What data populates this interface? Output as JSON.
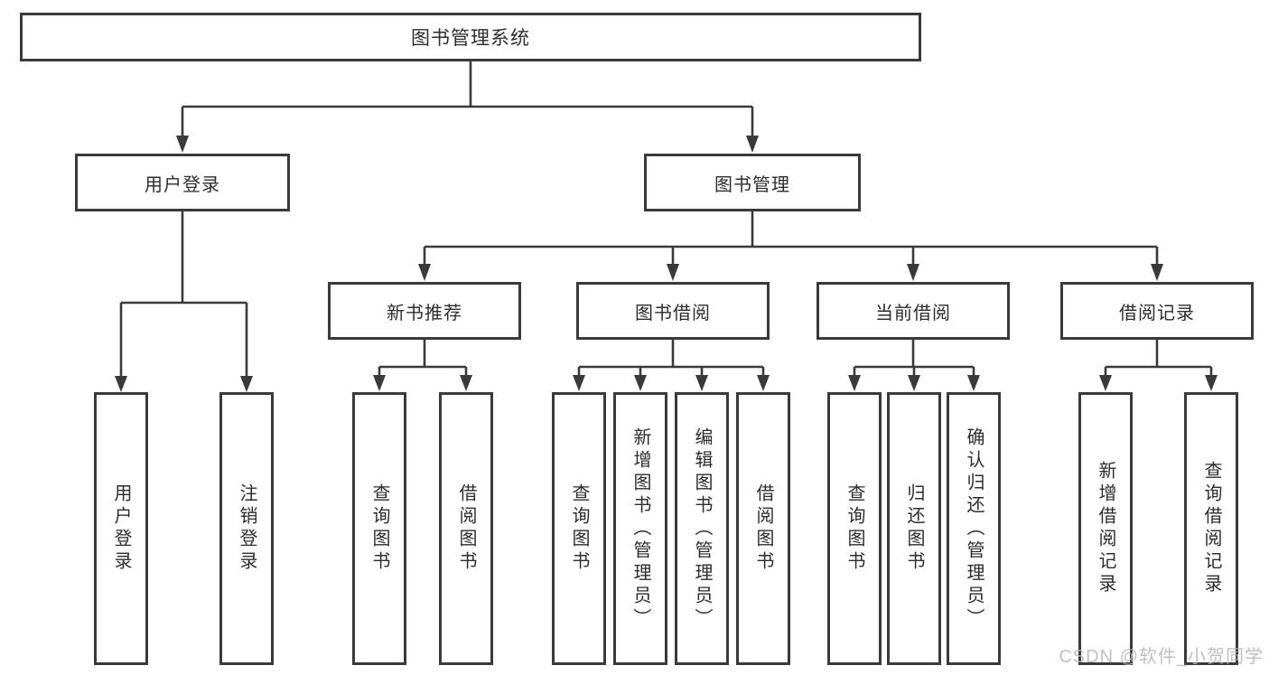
{
  "diagram": {
    "root": {
      "label": "图书管理系统"
    },
    "user_login": {
      "label": "用户登录",
      "children": [
        {
          "label": "用户登录"
        },
        {
          "label": "注销登录"
        }
      ]
    },
    "book_management": {
      "label": "图书管理",
      "children": [
        {
          "label": "新书推荐",
          "children": [
            {
              "label": "查询图书"
            },
            {
              "label": "借阅图书"
            }
          ]
        },
        {
          "label": "图书借阅",
          "children": [
            {
              "label": "查询图书"
            },
            {
              "label": "新增图书（管理员）"
            },
            {
              "label": "编辑图书（管理员）"
            },
            {
              "label": "借阅图书"
            }
          ]
        },
        {
          "label": "当前借阅",
          "children": [
            {
              "label": "查询图书"
            },
            {
              "label": "归还图书"
            },
            {
              "label": "确认归还（管理员）"
            }
          ]
        },
        {
          "label": "借阅记录",
          "children": [
            {
              "label": "新增借阅记录"
            },
            {
              "label": "查询借阅记录"
            }
          ]
        }
      ]
    },
    "watermark": "CSDN @软件_小贺同学",
    "colors": {
      "line": "#3a3a3a",
      "text": "#2d2d2d",
      "watermark": "#b6b6b6",
      "background": "#ffffff"
    }
  }
}
